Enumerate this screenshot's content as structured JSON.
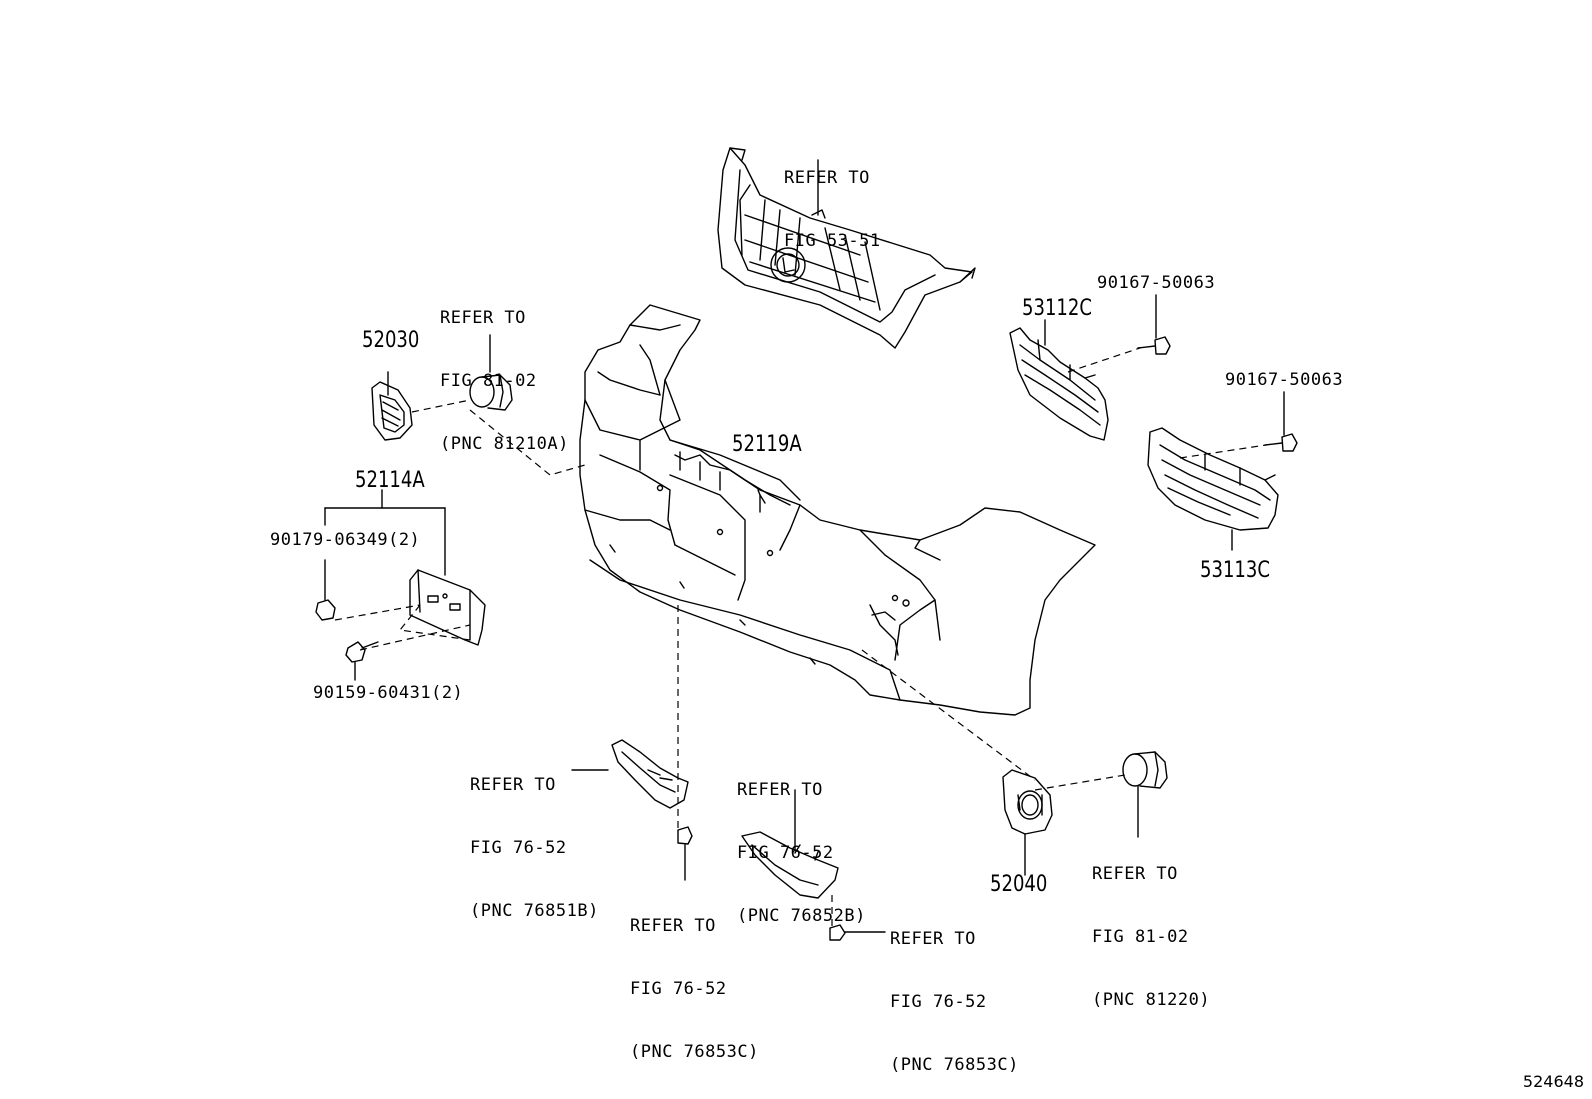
{
  "figure_id": "524648",
  "part_numbers": {
    "p52030": "52030",
    "p52114A": "52114A",
    "p52119A": "52119A",
    "p53112C": "53112C",
    "p53113C": "53113C",
    "p52040": "52040",
    "bolt_a": "90167-50063",
    "bolt_b": "90167-50063",
    "clip_90179": "90179-06349(2)",
    "screw_90159": "90159-60431(2)"
  },
  "refs": {
    "grille": [
      "REFER TO",
      "FIG 53-51"
    ],
    "fog_left": [
      "REFER TO",
      "FIG 81-02",
      "(PNC 81210A)"
    ],
    "fog_right": [
      "REFER TO",
      "FIG 81-02",
      "(PNC 81220)"
    ],
    "mold_left": [
      "REFER TO",
      "FIG 76-52",
      "(PNC 76851B)"
    ],
    "mold_right": [
      "REFER TO",
      "FIG 76-52",
      "(PNC 76852B)"
    ],
    "clip_left": [
      "REFER TO",
      "FIG 76-52",
      "(PNC 76853C)"
    ],
    "clip_right": [
      "REFER TO",
      "FIG 76-52",
      "(PNC 76853C)"
    ]
  }
}
